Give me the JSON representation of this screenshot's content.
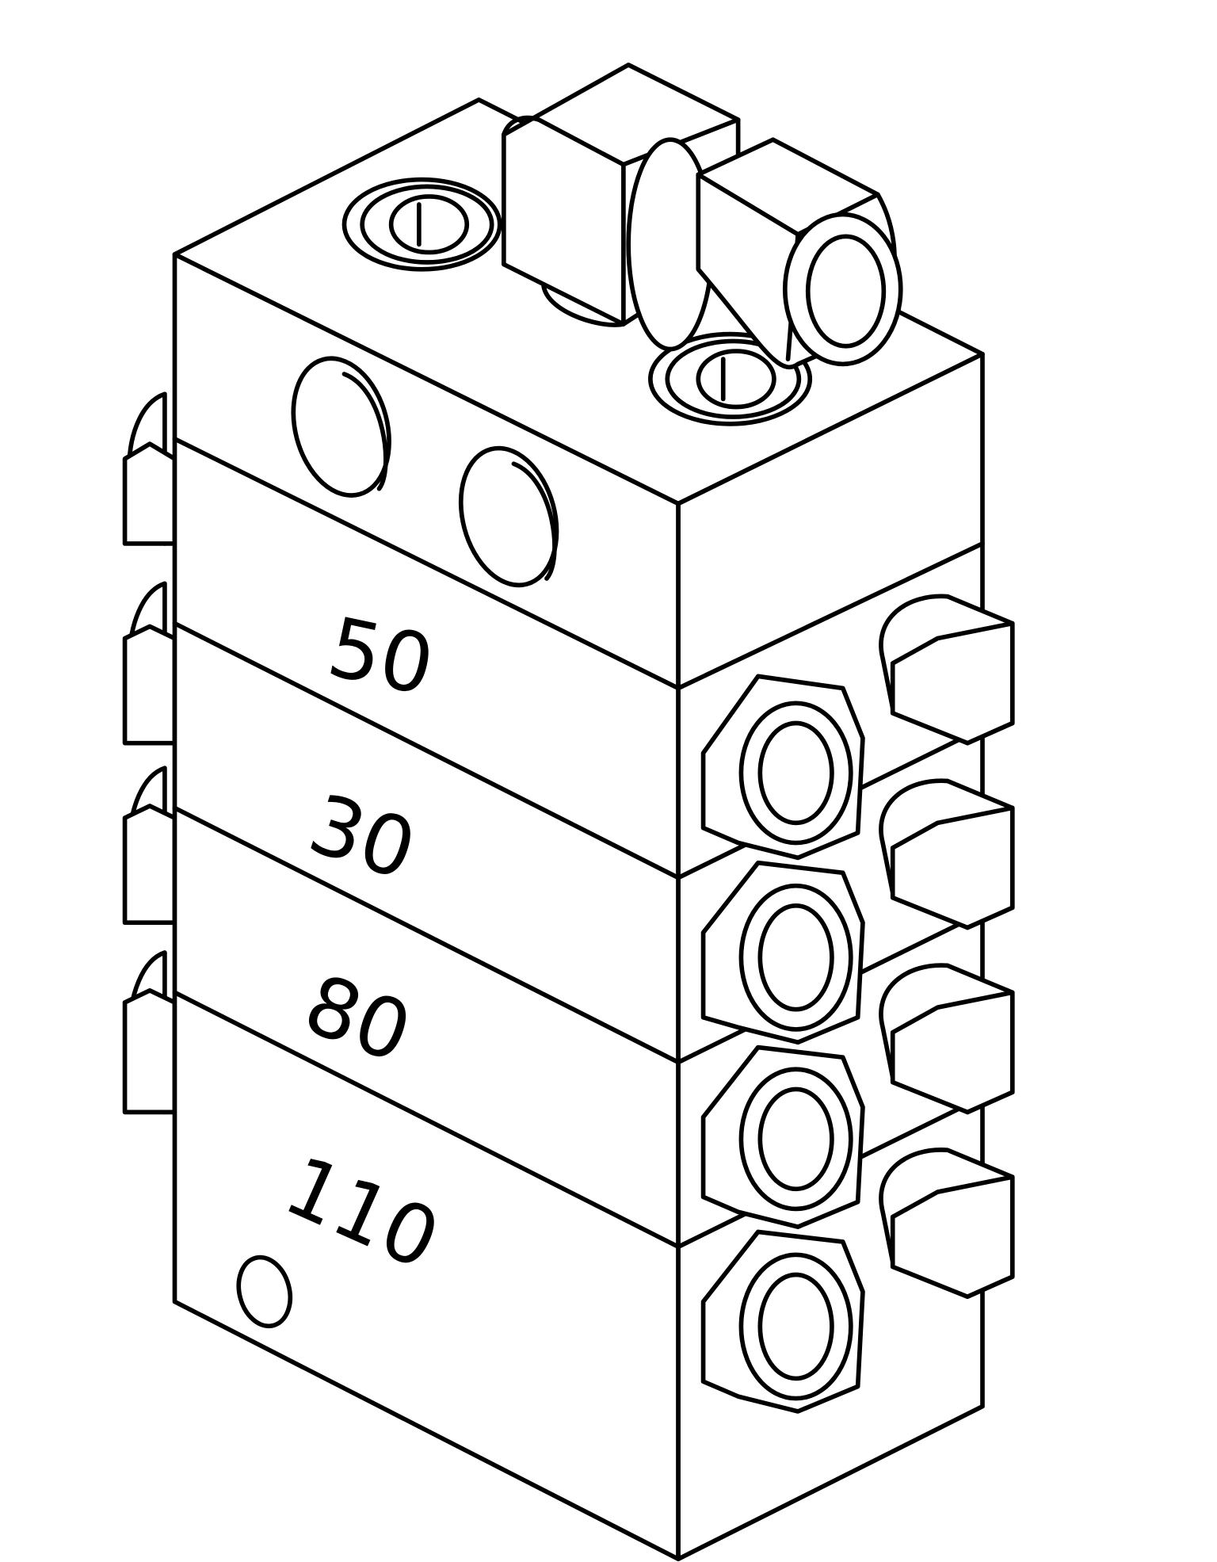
{
  "figure": {
    "subject": "Progressive lubrication divider block (stacked metering sections)",
    "line_color": "#000000",
    "background_color": "#ffffff"
  },
  "sections": [
    {
      "index": 1,
      "label": "50"
    },
    {
      "index": 2,
      "label": "30"
    },
    {
      "index": 3,
      "label": "80"
    },
    {
      "index": 4,
      "label": "110"
    }
  ],
  "components": {
    "inlet_fitting": "elbow-compression-fitting",
    "top_plugs": [
      "hex-socket-plug-left",
      "hex-socket-plug-right"
    ],
    "front_ports": 2,
    "right_outlet_fittings": 4,
    "right_plugs": 4,
    "left_plugs": 4
  }
}
